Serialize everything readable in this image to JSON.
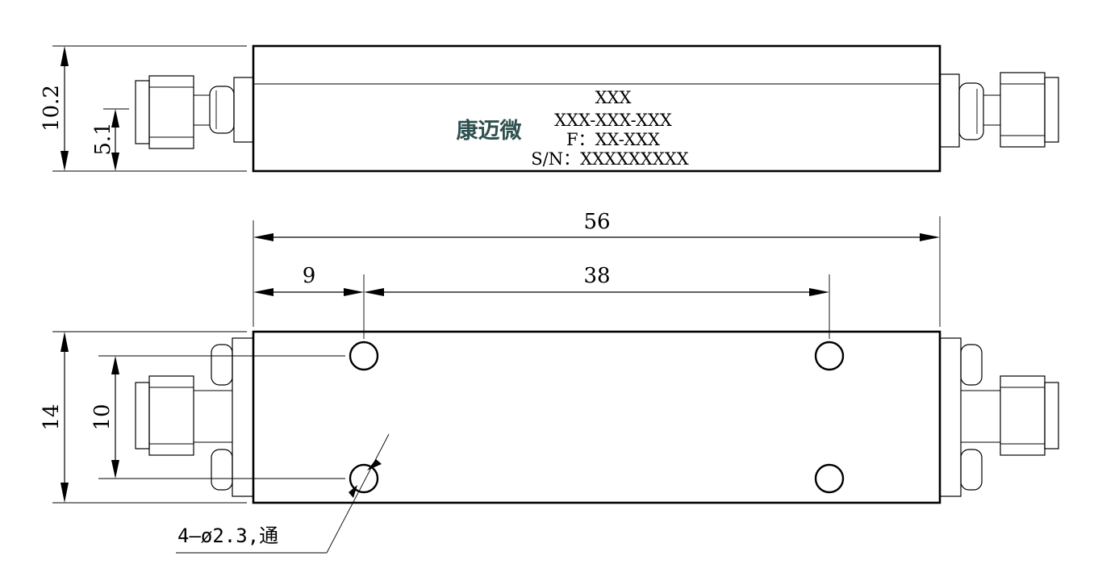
{
  "top_view": {
    "logo": "康迈微",
    "label_lines": [
      "XXX",
      "XXX-XXX-XXX",
      "F：XX-XXX",
      "S/N：XXXXXXXXX"
    ],
    "dim_height": "10.2",
    "dim_half_height": "5.1"
  },
  "bottom_view": {
    "dim_length": "56",
    "dim_edge_to_hole": "9",
    "dim_hole_spacing": "38",
    "dim_width": "14",
    "dim_hole_row_spacing": "10",
    "hole_callout": "4—ø2.3,通"
  }
}
